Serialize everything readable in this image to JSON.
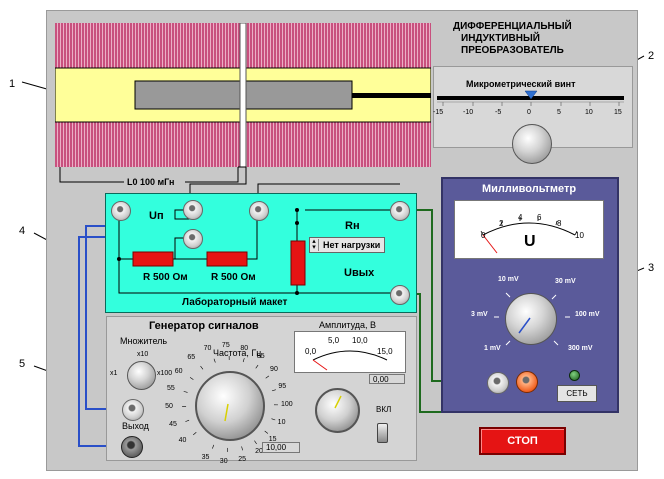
{
  "callouts": [
    "1",
    "2",
    "3",
    "4",
    "5"
  ],
  "title_lines": [
    "ДИФФЕРЕНЦИАЛЬНЫЙ",
    "ИНДУКТИВНЫЙ",
    "ПРЕОБРАЗОВАТЕЛЬ"
  ],
  "transducer": {
    "l0_label": "L0 100 мГн"
  },
  "micrometer": {
    "title": "Микрометрический винт",
    "ticks": [
      "-15",
      "-10",
      "-5",
      "0",
      "5",
      "10",
      "15"
    ],
    "value": 0
  },
  "lab": {
    "title": "Лабораторный макет",
    "up_label": "Uп",
    "rn_label": "Rн",
    "uout_label": "Uвых",
    "r1": "R  500 Ом",
    "r2": "R  500 Ом",
    "load": "Нет нагрузки"
  },
  "millivoltmeter": {
    "title": "Милливольтметр",
    "scale": [
      "0",
      "2",
      "4",
      "6",
      "8",
      "10"
    ],
    "unit": "U",
    "ranges": [
      "10 mV",
      "30 mV",
      "3 mV",
      "100 mV",
      "1 mV",
      "300 mV"
    ],
    "power_label": "СЕТЬ"
  },
  "generator": {
    "title": "Генератор сигналов",
    "multiplier_label": "Множитель",
    "mult_options": [
      "x10",
      "x1",
      "x100"
    ],
    "freq_label": "Частота, Гц",
    "freq_ticks": [
      "40",
      "45",
      "50",
      "55",
      "60",
      "65",
      "70",
      "75",
      "80",
      "85",
      "90",
      "95",
      "100",
      "10",
      "15",
      "20",
      "25",
      "30",
      "35"
    ],
    "freq_value": "10,00",
    "amp_label": "Амплитуда, В",
    "amp_scale": [
      "0,0",
      "5,0",
      "10,0",
      "15,0"
    ],
    "amp_value": "0,00",
    "output_label": "Выход",
    "on_label": "ВКЛ"
  },
  "stop_label": "СТОП",
  "colors": {
    "lab_bg": "#33ffdd",
    "coil": "#c8507e",
    "core_bg": "#ffff99",
    "mv_bg": "#5a5a9a",
    "stop": "#e51414"
  }
}
